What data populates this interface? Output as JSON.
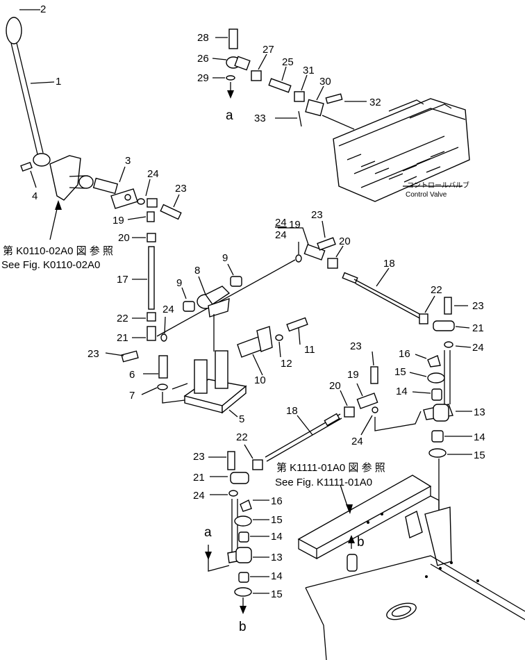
{
  "callouts": {
    "p1": "1",
    "p2": "2",
    "p3": "3",
    "p4": "4",
    "p5": "5",
    "p6": "6",
    "p7": "7",
    "p8": "8",
    "p9a": "9",
    "p9b": "9",
    "p10": "10",
    "p11": "11",
    "p12": "12",
    "p13a": "13",
    "p13b": "13",
    "p14a": "14",
    "p14b": "14",
    "p14c": "14",
    "p14d": "14",
    "p15a": "15",
    "p15b": "15",
    "p15c": "15",
    "p15d": "15",
    "p16a": "16",
    "p16b": "16",
    "p17": "17",
    "p18a": "18",
    "p18b": "18",
    "p19a": "19",
    "p19b": "19",
    "p19c": "19",
    "p20a": "20",
    "p20b": "20",
    "p20c": "20",
    "p21a": "21",
    "p21b": "21",
    "p21c": "21",
    "p22a": "22",
    "p22b": "22",
    "p22c": "22",
    "p23a": "23",
    "p23b": "23",
    "p23c": "23",
    "p23d": "23",
    "p23e": "23",
    "p23f": "23",
    "p24a": "24",
    "p24b": "24",
    "p24c": "24",
    "p24d": "24",
    "p24e": "24",
    "p24f": "24",
    "p25": "25",
    "p26": "26",
    "p27": "27",
    "p28": "28",
    "p29": "29",
    "p30": "30",
    "p31": "31",
    "p32": "32",
    "p33": "33"
  },
  "markers": {
    "a_top": "a",
    "a_bottom": "a",
    "b_bottom": "b",
    "b_frame": "b"
  },
  "references": {
    "ref1_jp": "第 K0110-02A0 図 参 照",
    "ref1_en": "See Fig. K0110-02A0",
    "ref2_jp": "第 K1111-01A0 図 参 照",
    "ref2_en": "See Fig. K1111-01A0"
  },
  "valve_label": {
    "jp": "コントロールバルブ",
    "en": "Control  Valve"
  }
}
